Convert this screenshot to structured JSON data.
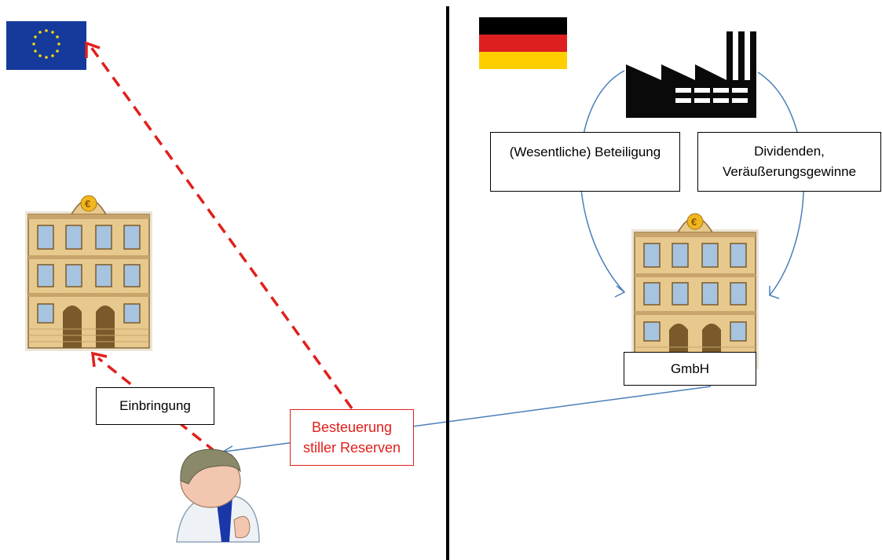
{
  "labels": {
    "einbringung": "Einbringung",
    "besteuerung_line1": "Besteuerung",
    "besteuerung_line2": "stiller Reserven",
    "beteiligung": "(Wesentliche) Beteiligung",
    "dividenden_line1": "Dividenden,",
    "dividenden_line2": "Veräußerungsgewinne",
    "gmbh": "GmbH"
  },
  "icons": {
    "eu_flag": "eu-flag-icon",
    "german_flag": "german-flag-icon",
    "factory": "factory-icon",
    "bank_eu": "bank-building-icon",
    "bank_de": "bank-building-icon",
    "person": "businessman-icon"
  },
  "colors": {
    "red_arrow": "#e0201b",
    "blue_line": "#4a7ebb",
    "eu_blue": "#153a9b",
    "eu_star": "#f5d90a",
    "de_black": "#000000",
    "de_red": "#dd1f1f",
    "de_gold": "#ffce00"
  }
}
